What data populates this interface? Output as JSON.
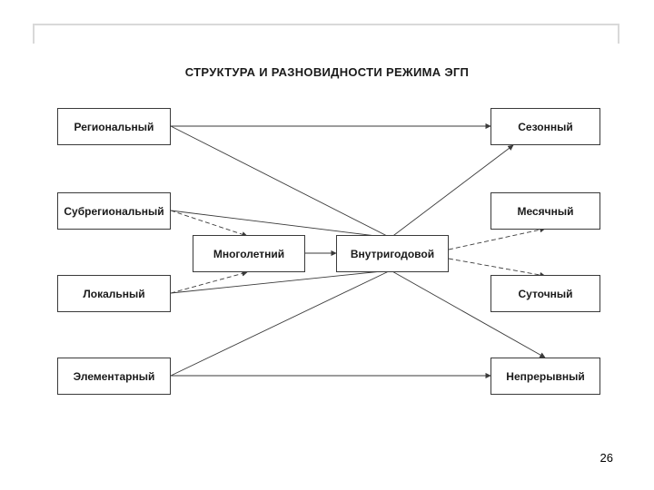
{
  "diagram": {
    "title": "СТРУКТУРА И РАЗНОВИДНОСТИ РЕЖИМА ЭГП",
    "left_boxes": [
      "Региональный",
      "Субрегиональный",
      "Локальный",
      "Элементарный"
    ],
    "center_boxes": [
      "Многолетний",
      "Внутригодовой"
    ],
    "right_boxes": [
      "Сезонный",
      "Месячный",
      "Суточный",
      "Непрерывный"
    ]
  },
  "page_number": "26"
}
